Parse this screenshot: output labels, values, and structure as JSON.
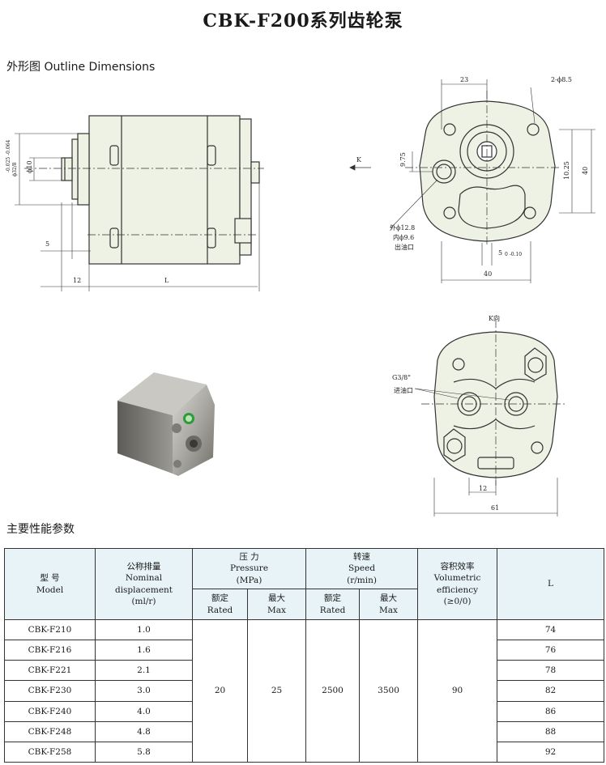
{
  "page": {
    "title": "CBK-F200系列齿轮泵",
    "outline_heading": "外形图 Outline Dimensions",
    "params_heading": "主要性能参数"
  },
  "drawing_labels": {
    "dim_23": "23",
    "holes": "2-ϕ8.5",
    "k_arrow": "K",
    "dim_975": "9.75",
    "dim_1025": "10.25",
    "dim_40v": "40",
    "outer_dia": "外ϕ12.8",
    "inner_dia": "内ϕ9.6",
    "outlet": "出油口",
    "dim_5": "5",
    "dim_5_tol": "0 -0.10",
    "dim_40h": "40",
    "shaft_dia": "ϕ32/8",
    "shaft_tol": "-0.025 -0.064",
    "bore_dia": "ϕ10",
    "dim_5l": "5",
    "dim_12l": "12",
    "dim_L": "L",
    "k_view": "K向",
    "g_thread": "G3/8\"",
    "inlet": "进油口",
    "dim_12r": "12",
    "dim_61": "61"
  },
  "table": {
    "headers": {
      "model": [
        "型 号",
        "Model"
      ],
      "nominal": [
        "公称排量",
        "Nominal",
        "displacement",
        "(ml/r)"
      ],
      "pressure": [
        "压 力",
        "Pressure",
        "(MPa)"
      ],
      "speed": [
        "转速",
        "Speed",
        "(r/min)"
      ],
      "efficiency": [
        "容积效率",
        "Volumetric",
        "efficiency",
        "(≥0/0)"
      ],
      "L": "L",
      "p_rated": [
        "额定",
        "Rated"
      ],
      "p_max": [
        "最大",
        "Max"
      ],
      "s_rated": [
        "额定",
        "Rated"
      ],
      "s_max": [
        "最大",
        "Max"
      ]
    },
    "shared": {
      "pressure_rated": "20",
      "pressure_max": "25",
      "speed_rated": "2500",
      "speed_max": "3500",
      "efficiency": "90"
    },
    "rows": [
      {
        "model": "CBK-F210",
        "disp": "1.0",
        "L": "74"
      },
      {
        "model": "CBK-F216",
        "disp": "1.6",
        "L": "76"
      },
      {
        "model": "CBK-F221",
        "disp": "2.1",
        "L": "78"
      },
      {
        "model": "CBK-F230",
        "disp": "3.0",
        "L": "82"
      },
      {
        "model": "CBK-F240",
        "disp": "4.0",
        "L": "86"
      },
      {
        "model": "CBK-F248",
        "disp": "4.8",
        "L": "88"
      },
      {
        "model": "CBK-F258",
        "disp": "5.8",
        "L": "92"
      }
    ]
  }
}
